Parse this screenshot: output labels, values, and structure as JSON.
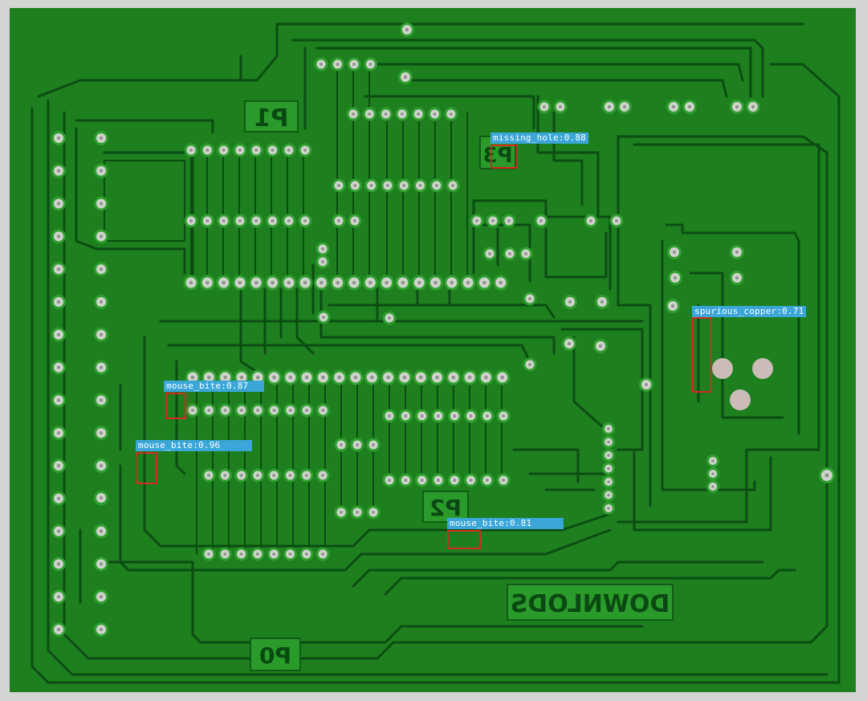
{
  "board": {
    "substrate_color": "#1f8a1f",
    "copper_color": "#2e9e2e",
    "trace_gap_color": "#0b4d12",
    "pad_color": "#cfd3cc",
    "background_color": "#d2d5d2"
  },
  "silkscreen": {
    "p0": "P0",
    "p1": "P1",
    "p2": "P2",
    "p3": "P3",
    "brand": "DOWNLODS"
  },
  "detections": [
    {
      "label": "missing_hole:0.88"
    },
    {
      "label": "spurious_copper:0.71"
    },
    {
      "label": "mouse_bite:0.87"
    },
    {
      "label": "mouse_bite:0.96"
    },
    {
      "label": "mouse_bite:0.81"
    }
  ],
  "colors": {
    "box": "#d42a1f",
    "label_bg": "#3aa7d8",
    "label_text": "#ffffff"
  }
}
